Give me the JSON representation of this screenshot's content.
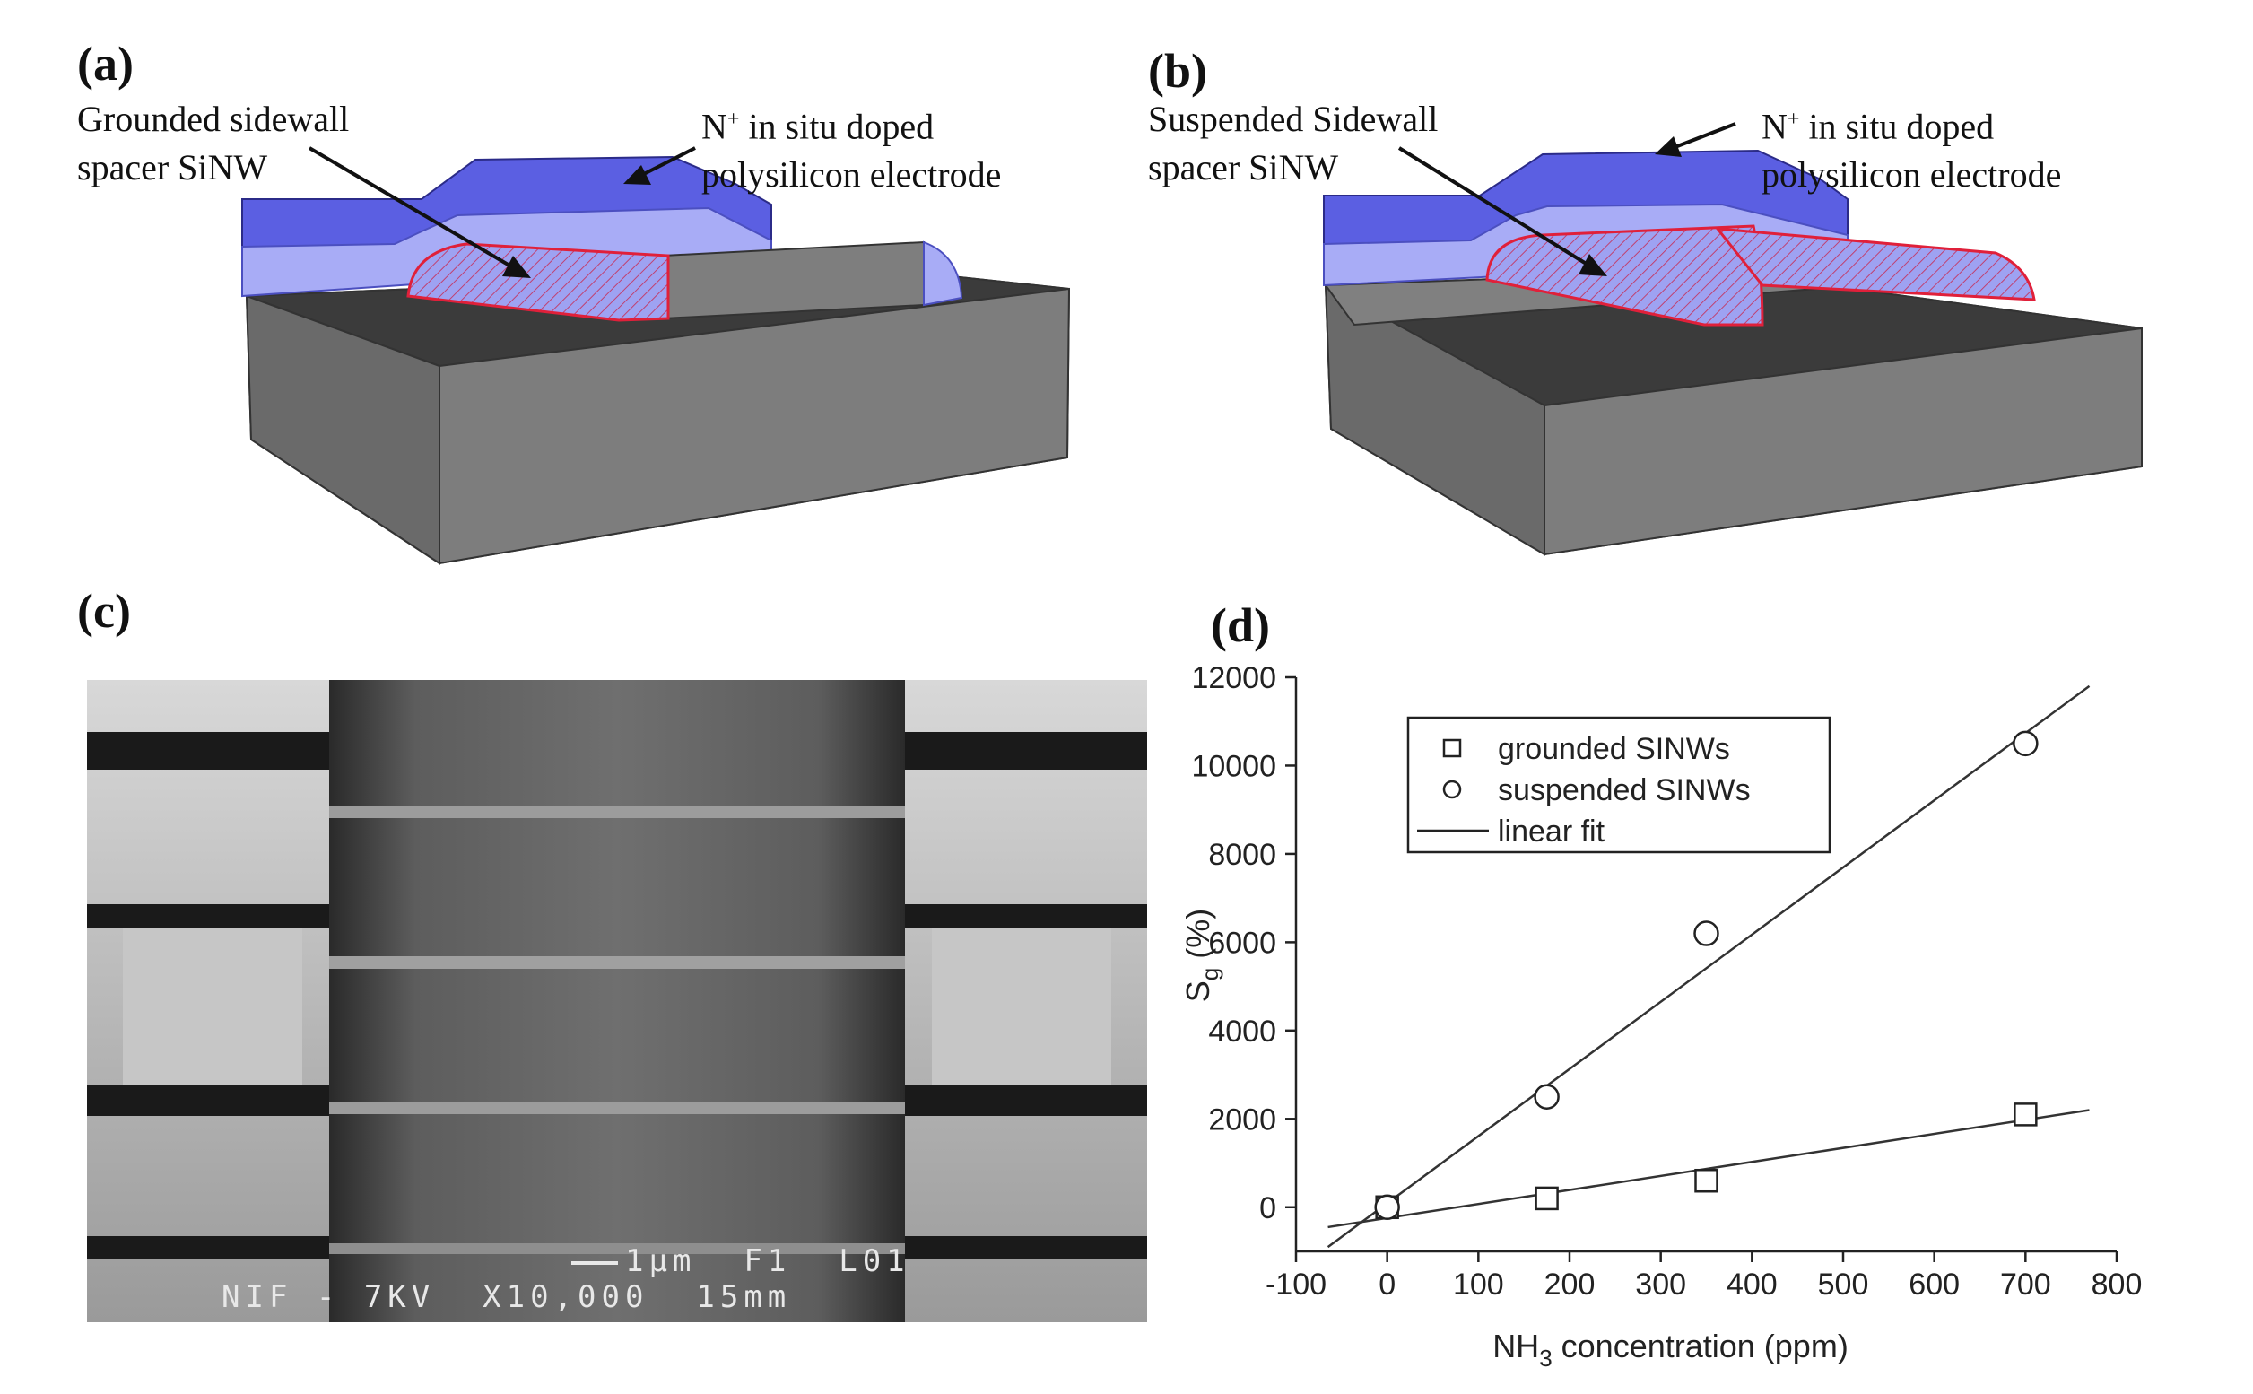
{
  "panel_a": {
    "label": "(a)",
    "annotation_left": [
      "Grounded sidewall",
      "spacer SiNW"
    ],
    "annotation_right_line1_base": "N",
    "annotation_right_line1_sup": "+",
    "annotation_right_line1_rest": " in situ doped",
    "annotation_right_line2": "polysilicon electrode"
  },
  "panel_b": {
    "label": "(b)",
    "annotation_left": [
      "Suspended Sidewall",
      "spacer SiNW"
    ],
    "annotation_right_line1_base": "N",
    "annotation_right_line1_sup": "+",
    "annotation_right_line1_rest": " in situ doped",
    "annotation_right_line2": "polysilicon electrode"
  },
  "panel_c": {
    "label": "(c)",
    "sem_line1": "1µm  F1  L01",
    "sem_line2": "NIF - 7KV  X10,000  15mm"
  },
  "panel_d": {
    "label": "(d)"
  },
  "colors": {
    "electrode_blue": "#5a5ee0",
    "electrode_light": "#a9adf5",
    "nanowire_fill": "#9a9ef0",
    "nanowire_outline": "#e0203a",
    "substrate_gray": "#7a7a7a",
    "substrate_dark": "#3a3a3a"
  },
  "chart_data": {
    "type": "scatter",
    "xlabel_base": "NH",
    "xlabel_sub": "3",
    "xlabel_rest": " concentration (ppm)",
    "ylabel_base": "S",
    "ylabel_sub": "g",
    "ylabel_rest": " (%)",
    "xlim": [
      -100,
      800
    ],
    "ylim": [
      -1000,
      12000
    ],
    "xticks": [
      -100,
      0,
      100,
      200,
      300,
      400,
      500,
      600,
      700,
      800
    ],
    "yticks": [
      0,
      2000,
      4000,
      6000,
      8000,
      10000,
      12000
    ],
    "legend_position": "top-left",
    "series": [
      {
        "name": "grounded SINWs",
        "marker": "square",
        "x": [
          0,
          175,
          350,
          700
        ],
        "y": [
          0,
          200,
          600,
          2100
        ]
      },
      {
        "name": "suspended SINWs",
        "marker": "circle",
        "x": [
          0,
          175,
          350,
          700
        ],
        "y": [
          0,
          2500,
          6200,
          10500
        ]
      }
    ],
    "fits": [
      {
        "name": "linear fit",
        "x": [
          -65,
          770
        ],
        "y": [
          -900,
          11800
        ]
      },
      {
        "name": "",
        "x": [
          -65,
          770
        ],
        "y": [
          -450,
          2200
        ]
      }
    ]
  }
}
